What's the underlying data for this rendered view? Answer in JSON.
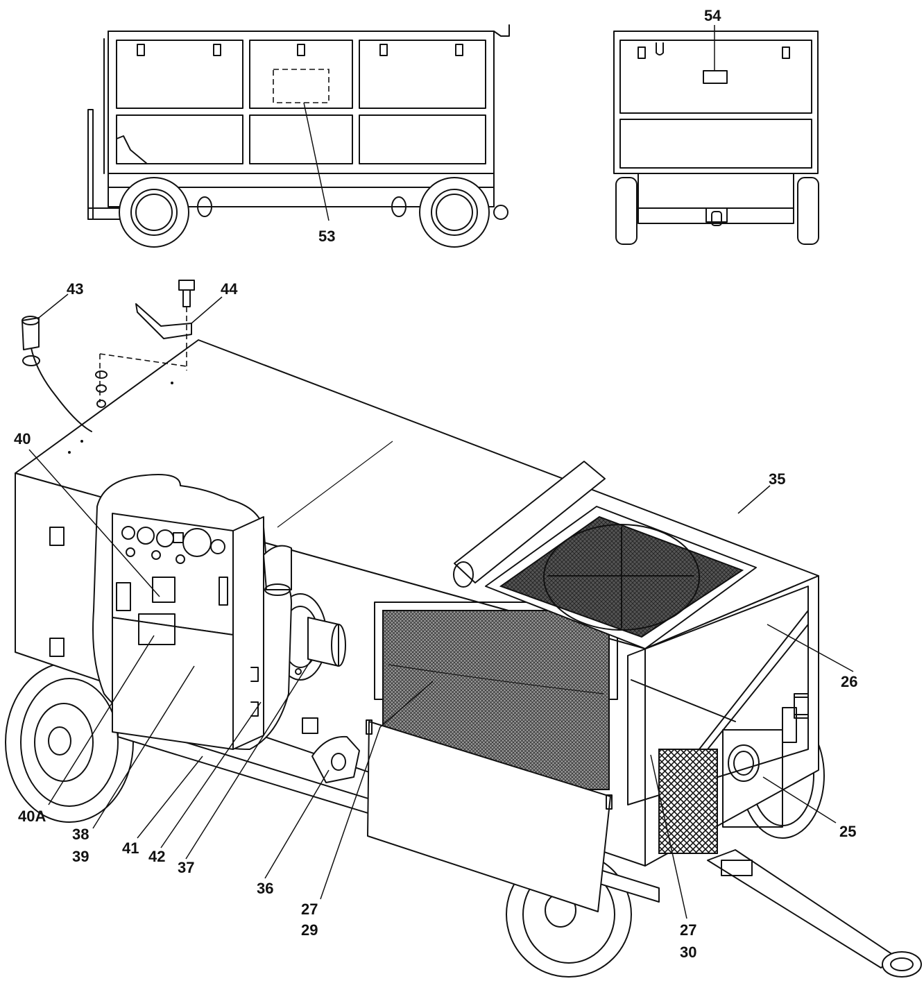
{
  "callouts": {
    "c53": "53",
    "c54": "54",
    "c43": "43",
    "c44": "44",
    "c40": "40",
    "c35": "35",
    "c26": "26",
    "c25": "25",
    "c40A": "40A",
    "c38": "38",
    "c39": "39",
    "c41": "41",
    "c42": "42",
    "c37": "37",
    "c36": "36",
    "c27a": "27",
    "c29": "29",
    "c27b": "27",
    "c30": "30"
  }
}
